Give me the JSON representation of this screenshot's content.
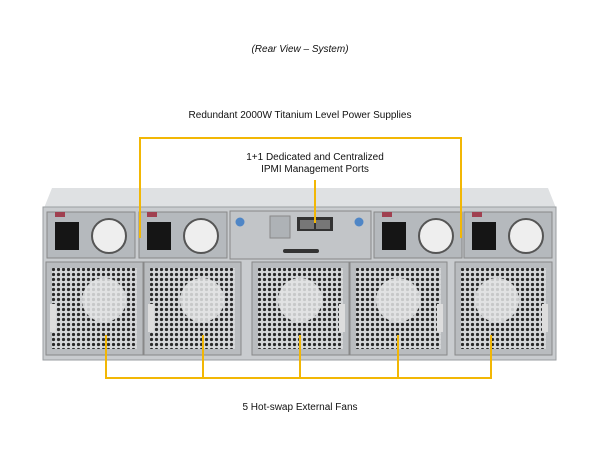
{
  "title": "(Rear View – System)",
  "callouts": {
    "power_supplies": "Redundant 2000W Titanium Level Power Supplies",
    "ipmi_line1": "1+1 Dedicated and Centralized",
    "ipmi_line2": "IPMI Management Ports",
    "fans": "5 Hot-swap External Fans"
  },
  "colors": {
    "callout_line": "#f2b705",
    "chassis": "#c9cccf",
    "panel": "#b5b9bd"
  }
}
